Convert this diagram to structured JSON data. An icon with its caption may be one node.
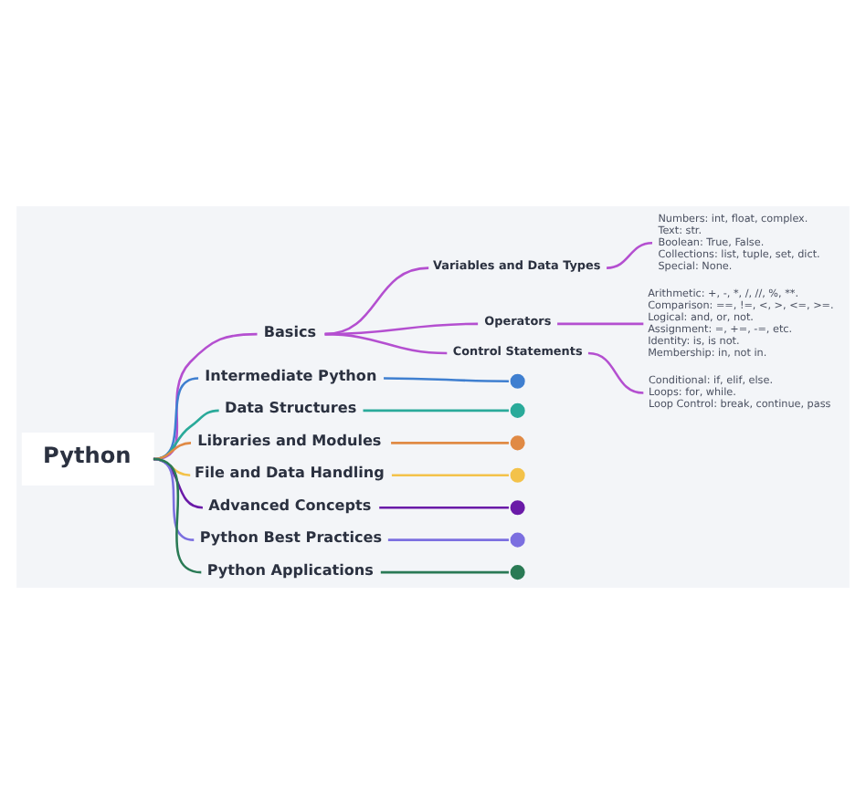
{
  "diagram": {
    "nodes": [
      {
        "text": [
          "Python"
        ]
      },
      {
        "text": [
          "Basics"
        ]
      },
      {
        "text": [
          "Variables and Data Types"
        ]
      },
      {
        "text": [
          "Numbers: int, float, complex.",
          "Text: str.",
          "Boolean: True, False.",
          "Collections: list, tuple, set, dict.",
          "Special: None."
        ]
      },
      {
        "text": [
          "Operators"
        ]
      },
      {
        "text": [
          "Arithmetic: +, -, *, /, //, %, **.",
          "Comparison: ==, !=, <, >, <=, >=.",
          "Logical: and, or, not.",
          "Assignment: =, +=, -=, etc.",
          "Identity: is, is not.",
          "Membership: in, not in."
        ]
      },
      {
        "text": [
          "Control Statements"
        ]
      },
      {
        "text": [
          "Conditional: if, elif, else.",
          "Loops: for, while.",
          "Loop Control: break, continue, pass"
        ]
      },
      {
        "text": [
          "Intermediate Python"
        ]
      },
      {
        "text": [],
        "shape": "circle"
      },
      {
        "text": [
          "Data Structures"
        ]
      },
      {
        "text": [],
        "shape": "circle"
      },
      {
        "text": [
          "Libraries and Modules"
        ]
      },
      {
        "text": [],
        "shape": "circle"
      },
      {
        "text": [
          "File and Data Handling"
        ]
      },
      {
        "text": [],
        "shape": "circle"
      },
      {
        "text": [
          "Advanced Concepts"
        ]
      },
      {
        "text": [],
        "shape": "circle"
      },
      {
        "text": [
          "Python Best Practices"
        ]
      },
      {
        "text": [],
        "shape": "circle"
      },
      {
        "text": [
          "Python Applications"
        ]
      },
      {
        "text": [],
        "shape": "circle"
      }
    ],
    "edges": [
      {
        "from": 0,
        "to": 1,
        "arrow": "none"
      },
      {
        "from": 1,
        "to": 2,
        "arrow": "none"
      },
      {
        "from": 2,
        "to": 3,
        "arrow": "none"
      },
      {
        "from": 1,
        "to": 4,
        "arrow": "none"
      },
      {
        "from": 4,
        "to": 5,
        "arrow": "none"
      },
      {
        "from": 1,
        "to": 6,
        "arrow": "none"
      },
      {
        "from": 6,
        "to": 7,
        "arrow": "none"
      },
      {
        "from": 0,
        "to": 8,
        "arrow": "none",
        "color": "#3f7fd0"
      },
      {
        "from": 8,
        "to": 9,
        "arrow": "none",
        "color": "#3f7fd0"
      },
      {
        "from": 0,
        "to": 10,
        "arrow": "none",
        "color": "#2aaa9a"
      },
      {
        "from": 10,
        "to": 11,
        "arrow": "none",
        "color": "#2aaa9a"
      },
      {
        "from": 0,
        "to": 12,
        "arrow": "none",
        "color": "#e08a45"
      },
      {
        "from": 12,
        "to": 13,
        "arrow": "none",
        "color": "#e08a45"
      },
      {
        "from": 0,
        "to": 14,
        "arrow": "none",
        "color": "#f3c24a"
      },
      {
        "from": 14,
        "to": 15,
        "arrow": "none",
        "color": "#f3c24a"
      },
      {
        "from": 0,
        "to": 16,
        "arrow": "none",
        "color": "#6a1aa8"
      },
      {
        "from": 16,
        "to": 17,
        "arrow": "none",
        "color": "#6a1aa8"
      },
      {
        "from": 0,
        "to": 18,
        "arrow": "none",
        "color": "#7b6fe0"
      },
      {
        "from": 18,
        "to": 19,
        "arrow": "none",
        "color": "#7b6fe0"
      },
      {
        "from": 0,
        "to": 20,
        "arrow": "none",
        "color": "#2a7a55"
      },
      {
        "from": 20,
        "to": 21,
        "arrow": "none",
        "color": "#2a7a55"
      }
    ]
  }
}
